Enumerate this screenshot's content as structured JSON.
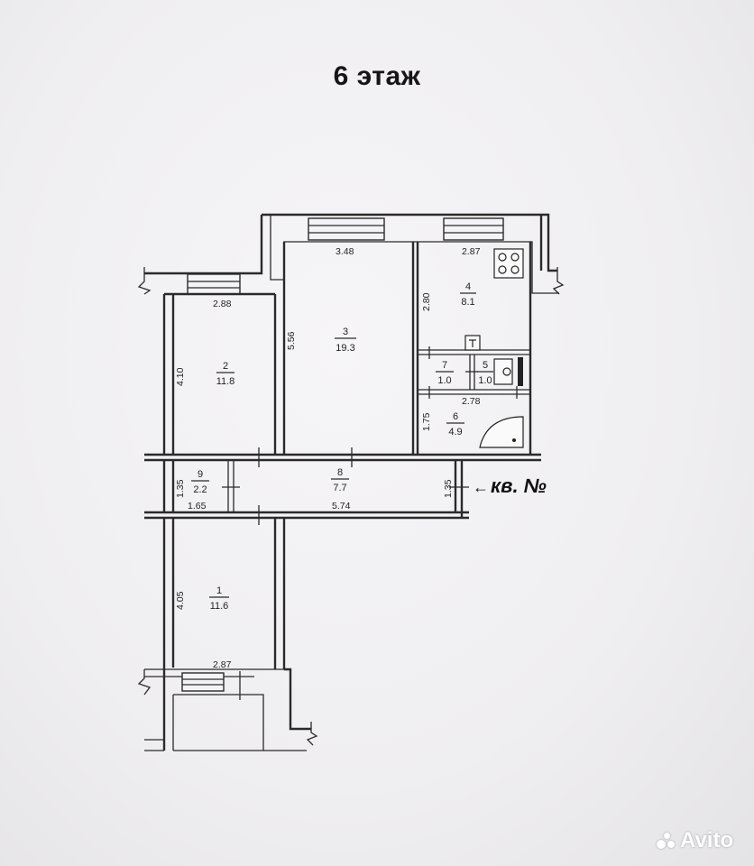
{
  "floor_title": "6 этаж",
  "apartment_label": "кв. №",
  "watermark": "Avito",
  "rooms": [
    {
      "id": "1",
      "area": "11.6"
    },
    {
      "id": "2",
      "area": "11.8"
    },
    {
      "id": "3",
      "area": "19.3"
    },
    {
      "id": "4",
      "area": "8.1"
    },
    {
      "id": "5",
      "area": "1.0"
    },
    {
      "id": "6",
      "area": "4.9"
    },
    {
      "id": "7",
      "area": "1.0"
    },
    {
      "id": "8",
      "area": "7.7"
    },
    {
      "id": "9",
      "area": "2.2"
    }
  ],
  "dimensions": {
    "room3_width": "3.48",
    "room4_width": "2.87",
    "room2_width": "2.88",
    "room3_height": "5.56",
    "room4_height": "2.80",
    "room2_height": "4.10",
    "bath_width": "2.78",
    "bath_height": "1.75",
    "hall_height_left": "1.35",
    "hall_height_right": "1.35",
    "room9_width": "1.65",
    "hall_width": "5.74",
    "room1_height": "4.05",
    "room1_width": "2.87"
  }
}
